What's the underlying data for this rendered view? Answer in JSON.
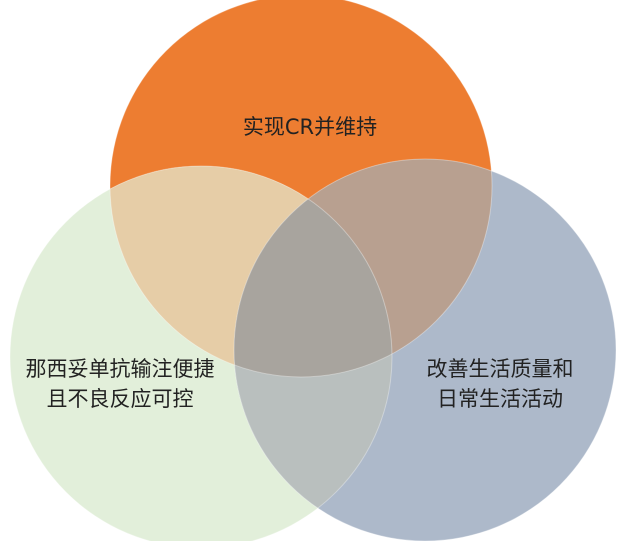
{
  "diagram": {
    "type": "venn",
    "circles": [
      {
        "id": "top",
        "lines": [
          "实现CR并维持"
        ],
        "color": "#ED7D31"
      },
      {
        "id": "left",
        "lines": [
          "那西妥单抗输注便捷",
          "且不良反应可控"
        ],
        "color": "#E2EFDA"
      },
      {
        "id": "right",
        "lines": [
          "改善生活质量和",
          "日常生活活动"
        ],
        "color": "#ADB9CA"
      }
    ],
    "overlap_colors": {
      "top_left": "#E6CDA7",
      "top_right": "#B8A090",
      "left_right": "#B9BFBE",
      "center": "#A8A49E"
    }
  }
}
